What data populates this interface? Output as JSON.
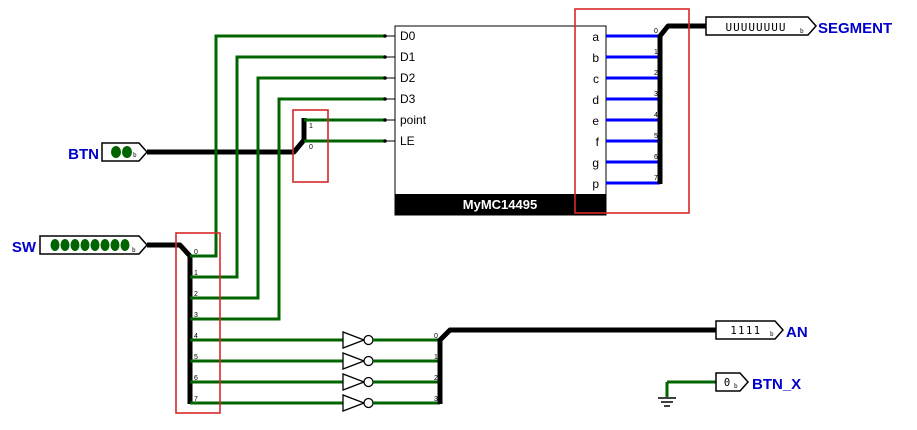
{
  "component": {
    "name": "MyMC14495",
    "inputs": [
      "D0",
      "D1",
      "D2",
      "D3",
      "point",
      "LE"
    ],
    "outputs": [
      "a",
      "b",
      "c",
      "d",
      "e",
      "f",
      "g",
      "p"
    ]
  },
  "pins_in": {
    "btn": {
      "label": "BTN",
      "value": "00",
      "radix": "b"
    },
    "sw": {
      "label": "SW",
      "value": "00000000",
      "radix": "b"
    }
  },
  "pins_out": {
    "segment": {
      "label": "SEGMENT",
      "value": "UUUUUUUU",
      "radix": "b"
    },
    "an": {
      "label": "AN",
      "value": "1111",
      "radix": "b"
    },
    "btn_x": {
      "label": "BTN_X",
      "value": "0",
      "radix": "b"
    }
  },
  "splitters": {
    "btn_bits": [
      "1",
      "0"
    ],
    "sw_bits": [
      "0",
      "1",
      "2",
      "3",
      "4",
      "5",
      "6",
      "7"
    ],
    "seg_bits": [
      "0",
      "1",
      "2",
      "3",
      "4",
      "5",
      "6",
      "7"
    ],
    "an_bits": [
      "0",
      "1",
      "2",
      "3"
    ]
  },
  "colors": {
    "wire": "#006400",
    "wire_active": "#0000ff",
    "bus": "#000000",
    "label": "#0000cc",
    "highlight": "#d62828",
    "input_value": "#006400"
  }
}
